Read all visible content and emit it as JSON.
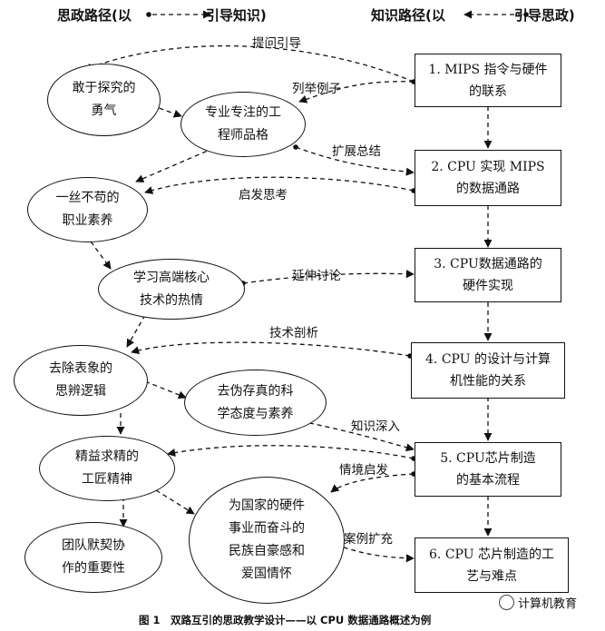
{
  "header": {
    "left_text": "思政路径(以",
    "left_tail": "引导知识)",
    "right_text": "知识路径(以",
    "right_tail": "引导思政)"
  },
  "ideology_nodes": [
    {
      "id": "e1",
      "lines": [
        "敢于探究的",
        "勇气"
      ]
    },
    {
      "id": "e2",
      "lines": [
        "专业专注的工",
        "程师品格"
      ]
    },
    {
      "id": "e3",
      "lines": [
        "一丝不苟的",
        "职业素养"
      ]
    },
    {
      "id": "e4",
      "lines": [
        "学习高端核心",
        "技术的热情"
      ]
    },
    {
      "id": "e5",
      "lines": [
        "去除表象的",
        "思辨逻辑"
      ]
    },
    {
      "id": "e6",
      "lines": [
        "去伪存真的科",
        "学态度与素养"
      ]
    },
    {
      "id": "e7",
      "lines": [
        "精益求精的",
        "工匠精神"
      ]
    },
    {
      "id": "e8",
      "lines": [
        "为国家的硬件",
        "事业而奋斗的",
        "民族自豪感和",
        "爱国情怀"
      ]
    },
    {
      "id": "e9",
      "lines": [
        "团队默契协",
        "作的重要性"
      ]
    }
  ],
  "knowledge_nodes": [
    {
      "id": "k1",
      "lines": [
        "1. MIPS 指令与硬件",
        "的联系"
      ]
    },
    {
      "id": "k2",
      "lines": [
        "2. CPU 实现 MIPS",
        "的数据通路"
      ]
    },
    {
      "id": "k3",
      "lines": [
        "3. CPU数据通路的",
        "硬件实现"
      ]
    },
    {
      "id": "k4",
      "lines": [
        "4. CPU 的设计与计算",
        "机性能的关系"
      ]
    },
    {
      "id": "k5",
      "lines": [
        "5. CPU芯片制造",
        "的基本流程"
      ]
    },
    {
      "id": "k6",
      "lines": [
        "6. CPU 芯片制造的工",
        "艺与难点"
      ]
    }
  ],
  "link_labels": [
    {
      "id": "l1",
      "text": "提问引导"
    },
    {
      "id": "l2",
      "text": "列举例子"
    },
    {
      "id": "l3",
      "text": "扩展总结"
    },
    {
      "id": "l4",
      "text": "启发思考"
    },
    {
      "id": "l5",
      "text": "延伸讨论"
    },
    {
      "id": "l6",
      "text": "技术剖析"
    },
    {
      "id": "l7",
      "text": "知识深入"
    },
    {
      "id": "l8",
      "text": "情境启发"
    },
    {
      "id": "l9",
      "text": "案例扩充"
    }
  ],
  "caption": "图 1　双路互引的思政教学设计——以 CPU 数据通路概述为例",
  "watermark": "计算机教育"
}
